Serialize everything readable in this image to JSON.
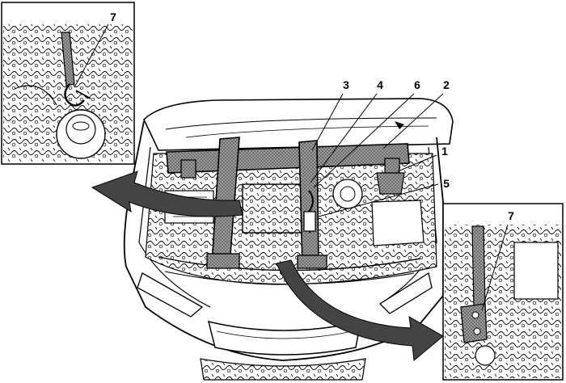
{
  "diagram": {
    "callouts": [
      "1",
      "2",
      "3",
      "4",
      "5",
      "6"
    ],
    "inset_top_left": {
      "callout": "7"
    },
    "inset_bottom_right": {
      "callout": "7"
    }
  }
}
